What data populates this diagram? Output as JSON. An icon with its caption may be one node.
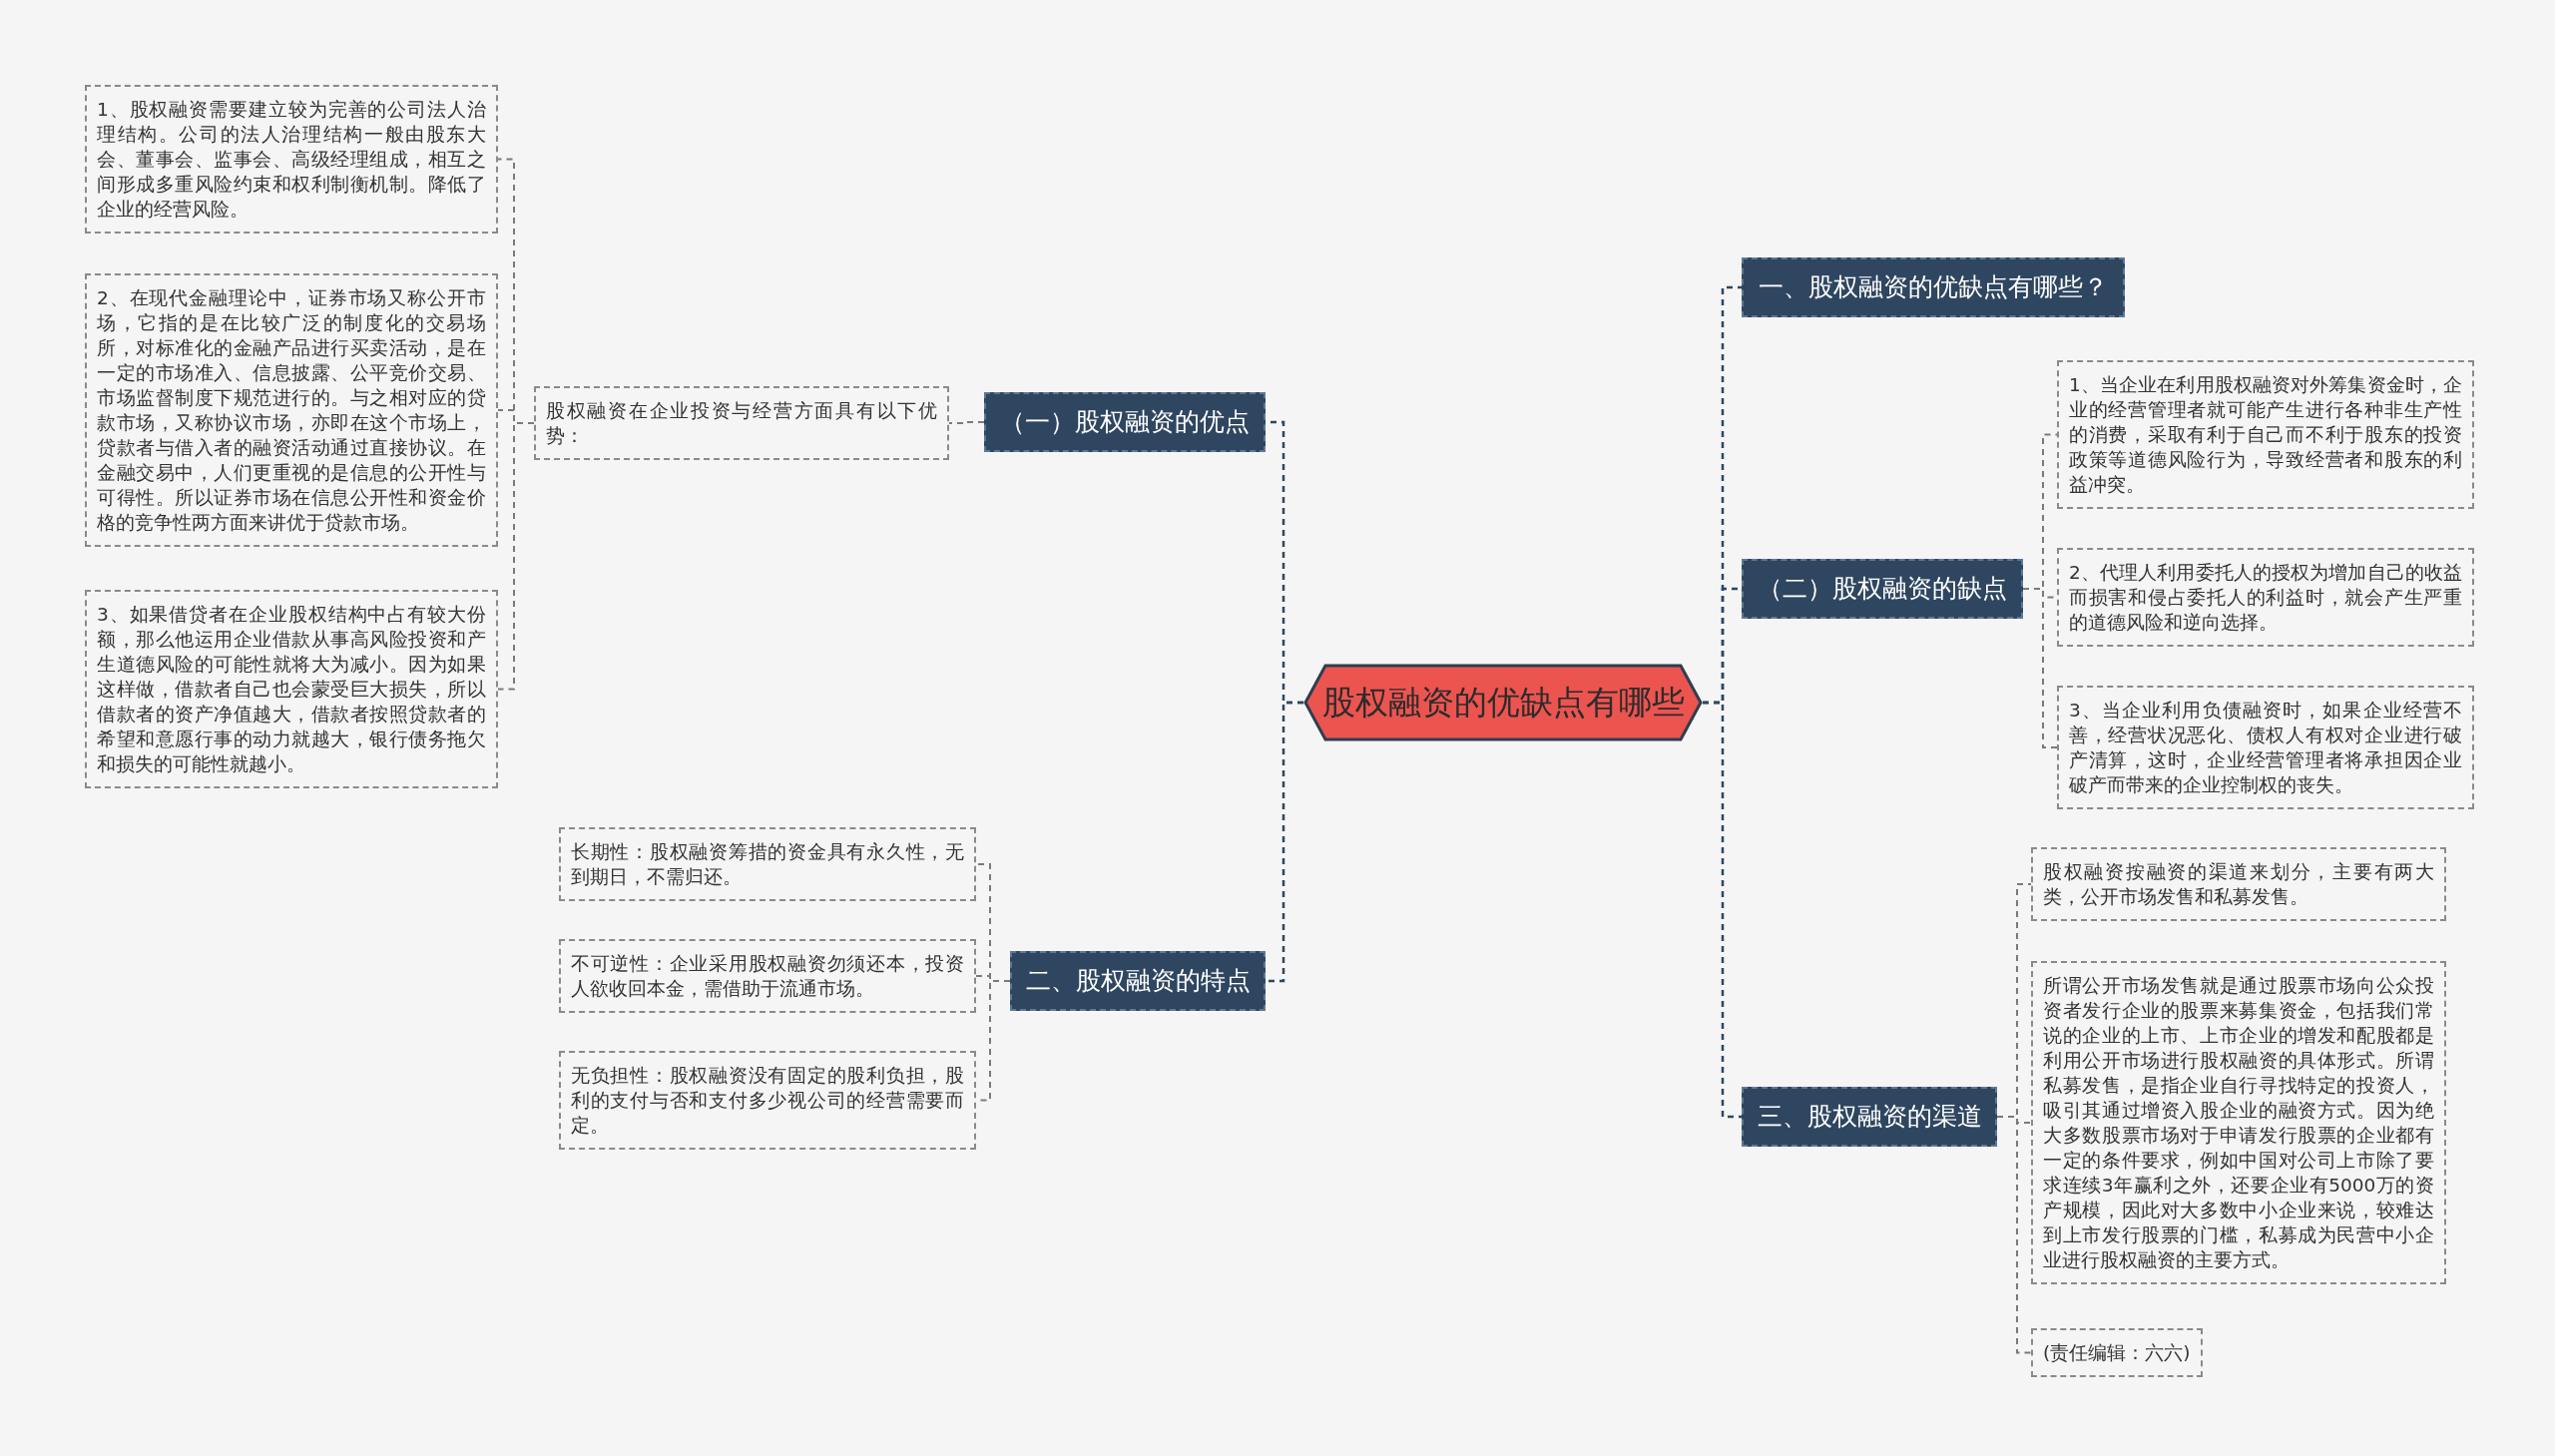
{
  "diagram": {
    "nodes": [
      {
        "text": [
          "股权融资的优缺点有哪些"
        ]
      },
      {
        "text": [
          "一、股权融资的优缺点有哪些？"
        ]
      },
      {
        "text": [
          "（二）股权融资的缺点"
        ]
      },
      {
        "text": [
          "1、当企业在利用股权融资对外筹集资金时，企业的经营管理者就可能产生进行各种非生产性的消费，采取有利于自己而不利于股东的投资政策等道德风险行为，导致经营者和股东的利益冲突。"
        ]
      },
      {
        "text": [
          "2、代理人利用委托人的授权为增加自己的收益而损害和侵占委托人的利益时，就会产生严重的道德风险和逆向选择。"
        ]
      },
      {
        "text": [
          "3、当企业利用负债融资时，如果企业经营不善，经营状况恶化、债权人有权对企业进行破产清算，这时，企业经营管理者将承担因企业破产而带来的企业控制权的丧失。"
        ]
      },
      {
        "text": [
          "三、股权融资的渠道"
        ]
      },
      {
        "text": [
          "股权融资按融资的渠道来划分，主要有两大类，公开市场发售和私募发售。"
        ]
      },
      {
        "text": [
          "所谓公开市场发售就是通过股票市场向公众投资者发行企业的股票来募集资金，包括我们常说的企业的上市、上市企业的增发和配股都是利用公开市场进行股权融资的具体形式。所谓私募发售，是指企业自行寻找特定的投资人，吸引其通过增资入股企业的融资方式。因为绝大多数股票市场对于申请发行股票的企业都有一定的条件要求，例如中国对公司上市除了要求连续3年赢利之外，还要企业有5000万的资产规模，因此对大多数中小企业来说，较难达到上市发行股票的门槛，私募成为民营中小企业进行股权融资的主要方式。"
        ]
      },
      {
        "text": [
          "(责任编辑：六六)"
        ]
      },
      {
        "text": [
          "（一）股权融资的优点"
        ]
      },
      {
        "text": [
          "股权融资在企业投资与经营方面具有以下优势："
        ]
      },
      {
        "text": [
          "1、股权融资需要建立较为完善的公司法人治理结构。公司的法人治理结构一般由股东大会、董事会、监事会、高级经理组成，相互之间形成多重风险约束和权利制衡机制。降低了企业的经营风险。"
        ]
      },
      {
        "text": [
          "2、在现代金融理论中，证券市场又称公开市场，它指的是在比较广泛的制度化的交易场所，对标准化的金融产品进行买卖活动，是在一定的市场准入、信息披露、公平竞价交易、市场监督制度下规范进行的。与之相对应的贷款市场，又称协议市场，亦即在这个市场上，贷款者与借入者的融资活动通过直接协议。在金融交易中，人们更重视的是信息的公开性与可得性。所以证券市场在信息公开性和资金价格的竞争性两方面来讲优于贷款市场。"
        ]
      },
      {
        "text": [
          "3、如果借贷者在企业股权结构中占有较大份额，那么他运用企业借款从事高风险投资和产生道德风险的可能性就将大为减小。因为如果这样做，借款者自己也会蒙受巨大损失，所以借款者的资产净值越大，借款者按照贷款者的希望和意愿行事的动力就越大，银行债务拖欠和损失的可能性就越小。"
        ]
      },
      {
        "text": [
          "二、股权融资的特点"
        ]
      },
      {
        "text": [
          "长期性：股权融资筹措的资金具有永久性，无到期日，不需归还。"
        ]
      },
      {
        "text": [
          "不可逆性：企业采用股权融资勿须还本，投资人欲收回本金，需借助于流通市场。"
        ]
      },
      {
        "text": [
          "无负担性：股权融资没有固定的股利负担，股利的支付与否和支付多少视公司的经营需要而定。"
        ]
      }
    ],
    "edges": [
      {
        "from": 0,
        "to": 1,
        "arrow": "none",
        "color": "#2e4760"
      },
      {
        "from": 0,
        "to": 2,
        "arrow": "none",
        "color": "#2e4760"
      },
      {
        "from": 2,
        "to": 3,
        "arrow": "none"
      },
      {
        "from": 2,
        "to": 4,
        "arrow": "none"
      },
      {
        "from": 2,
        "to": 5,
        "arrow": "none"
      },
      {
        "from": 0,
        "to": 6,
        "arrow": "none",
        "color": "#2e4760"
      },
      {
        "from": 6,
        "to": 7,
        "arrow": "none"
      },
      {
        "from": 6,
        "to": 8,
        "arrow": "none"
      },
      {
        "from": 6,
        "to": 9,
        "arrow": "none"
      },
      {
        "from": 0,
        "to": 10,
        "arrow": "none",
        "color": "#2e4760"
      },
      {
        "from": 10,
        "to": 11,
        "arrow": "none"
      },
      {
        "from": 11,
        "to": 12,
        "arrow": "none"
      },
      {
        "from": 11,
        "to": 13,
        "arrow": "none"
      },
      {
        "from": 11,
        "to": 14,
        "arrow": "none"
      },
      {
        "from": 0,
        "to": 15,
        "arrow": "none",
        "color": "#2e4760"
      },
      {
        "from": 15,
        "to": 16,
        "arrow": "none"
      },
      {
        "from": 15,
        "to": 17,
        "arrow": "none"
      },
      {
        "from": 15,
        "to": 18,
        "arrow": "none"
      }
    ]
  }
}
